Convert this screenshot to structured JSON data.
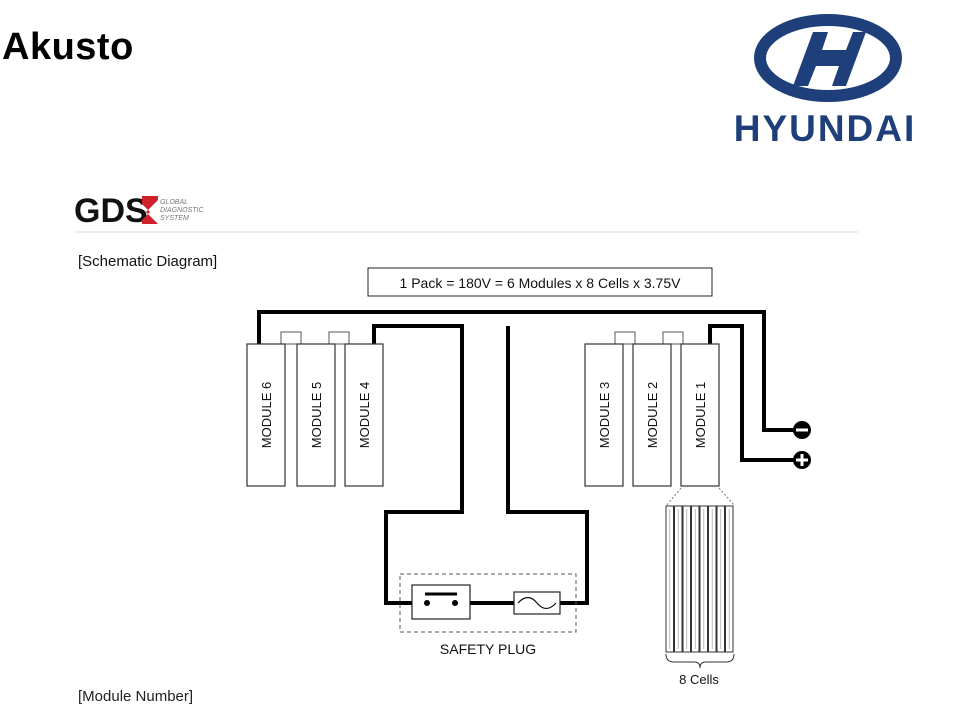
{
  "slide": {
    "title": "Akusto"
  },
  "brand": {
    "name": "HYUNDAI",
    "color": "#1e3f7a"
  },
  "gds_logo": {
    "text": "GDS",
    "tagline_1": "GLOBAL",
    "tagline_2": "DIAGNOSTIC",
    "tagline_3": "SYSTEM",
    "accent_color": "#d0202a"
  },
  "diagram": {
    "heading": "[Schematic Diagram]",
    "formula": "1 Pack = 180V = 6 Modules x 8 Cells x 3.75V",
    "modules": [
      "MODULE 6",
      "MODULE 5",
      "MODULE 4",
      "MODULE 3",
      "MODULE 2",
      "MODULE 1"
    ],
    "safety_plug_label": "SAFETY PLUG",
    "cells_label": "8 Cells",
    "cell_count": 8,
    "terminals": {
      "negative": "negative-terminal",
      "positive": "positive-terminal"
    },
    "next_heading": "[Module Number]"
  }
}
